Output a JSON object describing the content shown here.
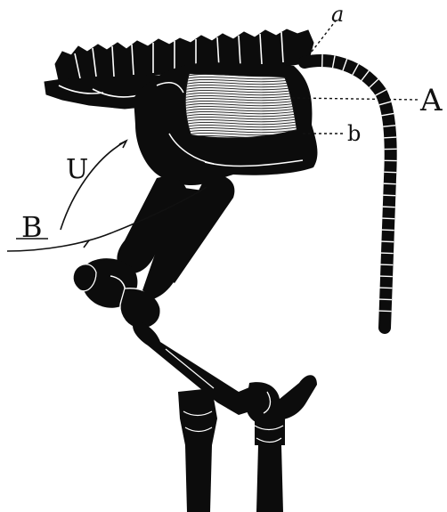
{
  "figure": {
    "labels": {
      "a": "a",
      "A": "A",
      "b": "b",
      "U": "U",
      "B": "B"
    },
    "colors": {
      "ink": "#0c0c0c",
      "paper": "#ffffff",
      "highlight": "#f4f4f4"
    }
  }
}
